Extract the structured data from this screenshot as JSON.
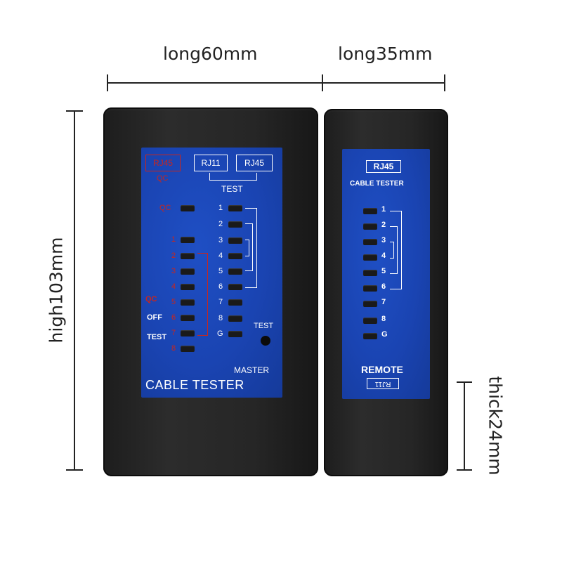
{
  "dimensions": {
    "width_left": "long60mm",
    "width_right": "long35mm",
    "height": "high103mm",
    "thickness": "thick24mm"
  },
  "master": {
    "rj45_qc_box": "RJ45",
    "qc_under_box": "QC",
    "rj11_box": "RJ11",
    "rj45_box": "RJ45",
    "test_caption": "TEST",
    "qc_led_label": "QC",
    "left_leds": [
      "1",
      "2",
      "3",
      "4",
      "5",
      "6",
      "7",
      "8"
    ],
    "mode_qc": "QC",
    "mode_off": "OFF",
    "mode_test": "TEST",
    "right_leds": [
      "1",
      "2",
      "3",
      "4",
      "5",
      "6",
      "7",
      "8",
      "G"
    ],
    "test_button_label": "TEST",
    "master_label": "MASTER",
    "title": "CABLE TESTER"
  },
  "remote": {
    "rj45_box": "RJ45",
    "subtitle": "CABLE TESTER",
    "leds": [
      "1",
      "2",
      "3",
      "4",
      "5",
      "6",
      "7",
      "8",
      "G"
    ],
    "remote_label": "REMOTE",
    "rj11_box": "RJ11"
  },
  "colors": {
    "panel_blue": "#1a44b2",
    "body_black": "#222222",
    "accent_red": "#c8261e"
  }
}
